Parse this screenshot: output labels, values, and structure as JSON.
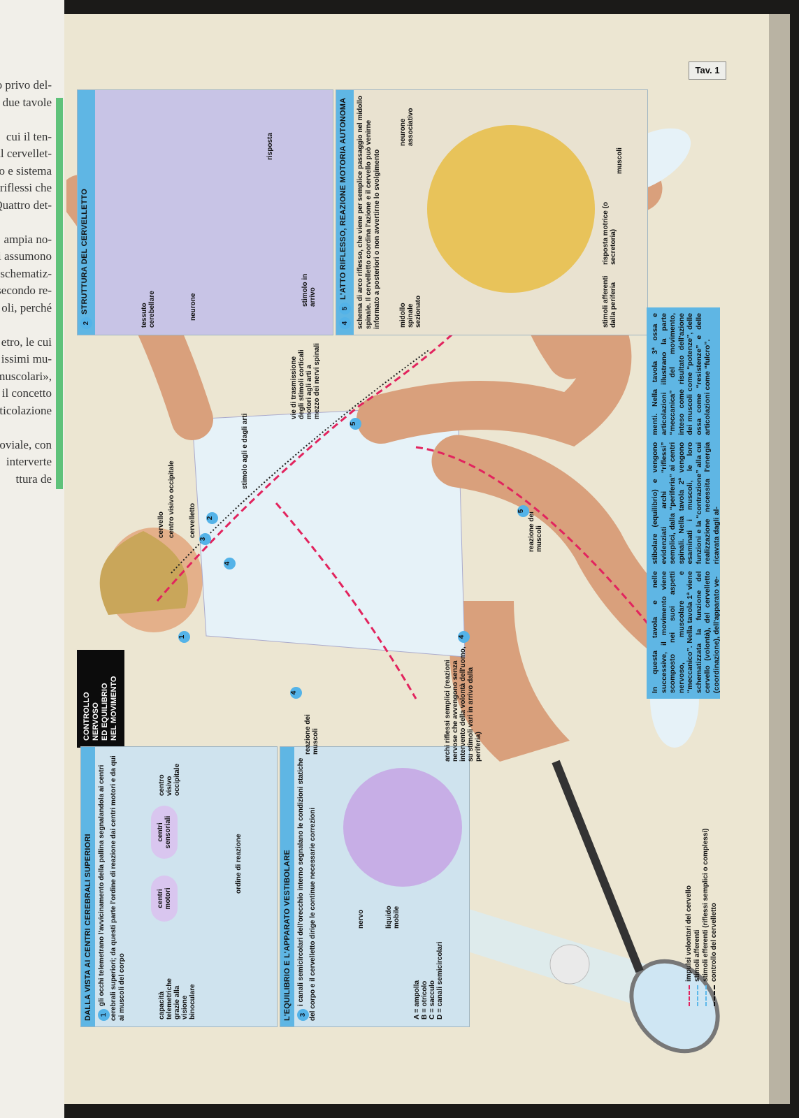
{
  "left_page": {
    "lines": [
      "ro privo del-",
      "due tavole",
      "",
      "cui il ten-",
      "al cervellet-",
      "o e sistema",
      "riflessi che",
      "Quattro det-",
      "",
      "ampia no-",
      "i assumono",
      "schematiz-",
      "secondo re-",
      "oli, perché",
      "",
      "etro, le cui",
      "issimi mu-",
      "muscolari»,",
      "il concetto",
      "ticolazione",
      "",
      "oviale, con",
      "interverte",
      "ttura de"
    ]
  },
  "plate": {
    "label": "Tav. 1",
    "title_block": [
      "CONTROLLO",
      "NERVOSO",
      "ED EQUILIBRIO",
      "NEL MOVIMENTO"
    ],
    "panel_vision": {
      "title": "DALLA VISTA AI CENTRI CEREBRALI SUPERIORI",
      "num": "1",
      "text": "gli occhi telemetrano l'avvicinamento della pallina segnalandola ai centri cerebrali superiori; da questi parte l'ordine di reazione dai centri motori e da qui ai muscoli del corpo",
      "labels": [
        "capacità telemetriche grazie alla visione binoculare",
        "centri motori",
        "centri sensoriali",
        "centro visivo occipitale",
        "ordine di reazione"
      ]
    },
    "panel_vestibular": {
      "title": "L'EQUILIBRIO E L'APPARATO VESTIBOLARE",
      "num": "3",
      "text": "i canali semicircolari dell'orecchio interno segnalano le condizioni statiche del corpo e il cervelletto dirige le continue necessarie correzioni",
      "labels": [
        "nervo",
        "liquido mobile"
      ],
      "key": [
        "A = ampolla",
        "B = otricolo",
        "C = sacculo",
        "D = canali semicircolari"
      ]
    },
    "panel_cerebellum": {
      "title": "STRUTTURA DEL CERVELLETTO",
      "num": "2",
      "labels": [
        "tessuto cerebellare",
        "neurone",
        "risposta",
        "stimolo in arrivo"
      ]
    },
    "panel_reflex": {
      "title": "L'ATTO RIFLESSO, REAZIONE MOTORIA AUTONOMA",
      "nums": [
        "4",
        "5"
      ],
      "text": "schema di arco riflesso, che viene per semplice passaggio nel midollo spinale. Il cervelletto coordina l'azione e il cervello può venirne informato a posteriori o non avvertirne lo svolgimento",
      "labels": [
        "midollo spinale sezionato",
        "neurone associativo",
        "risposta motrice (o secretoria)",
        "muscoli",
        "stimoli afferenti dalla periferia"
      ]
    },
    "figure_labels": {
      "cervello": "cervello",
      "occipitale": "centro visivo occipitale",
      "cervelletto": "cervelletto",
      "stimolo": "stimolo agli e dagli arti",
      "vie": "vie di trasmissione degli stimoli corticali motori agli arti a mezzo dei nervi spinali",
      "reazione_arm": "reazione dei muscoli",
      "reazione_leg": "reazione dei muscoli",
      "archi": "archi riflessi semplici (reazioni nervose che avvengono senza intervento della volontà dell'uomo, su stimoli vari in arrivo dalla periferia)",
      "n1": "1",
      "n2": "2",
      "n3": "3",
      "n4a": "4",
      "n4b": "4",
      "n4c": "4",
      "n5a": "5",
      "n5b": "5"
    },
    "body_text": [
      "In questa tavola e nelle successive, il movimento viene scomposto nei suoi aspetti nervoso, muscolare e “meccanico”. Nella tavola 1ª viene schematizzata la funzione del cervello (volontà), del cervelletto (coordinazione), dell'apparato ve-",
      "stibolare (equilibrio) e vengono evidenziati archi “riflessi” semplici, dalla “periferia” ai centri spinali. Nella tavola 2ª vengono esaminati i muscoli, le loro funzioni e la “contrazione” alla cui realizzazione necessita l'energia ricavata dagli al-",
      "menti. Nella tavola 3ª ossa e articolazioni illustrano la parte “meccanica” del movimento, inteso come risultato dell'azione dei muscoli come “potenze”, delle ossa come “resistenze” e delle articolazioni come “fulcro”."
    ],
    "legend": [
      {
        "label": "impulsi volontari del cervello",
        "color": "#e2245e"
      },
      {
        "label": "stimoli afferenti",
        "color": "#5db8ea"
      },
      {
        "label": "stimoli efferenti (riflessi semplici o complessi)",
        "color": "#5db8ea"
      },
      {
        "label": "controllo del cervelletto",
        "color": "#111111"
      }
    ]
  }
}
